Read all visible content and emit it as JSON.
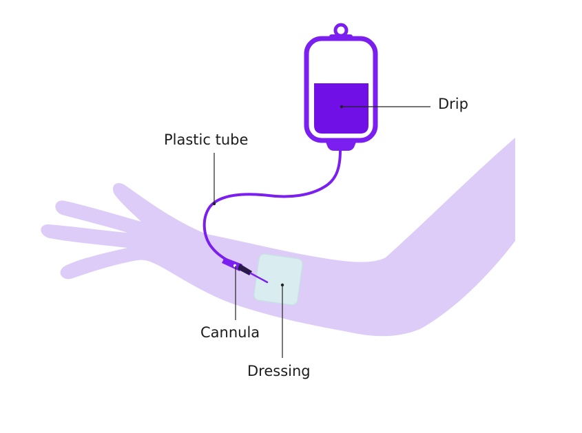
{
  "labels": {
    "drip": "Drip",
    "plastic_tube": "Plastic tube",
    "cannula": "Cannula",
    "dressing": "Dressing"
  },
  "colors": {
    "arm": "#dcccf7",
    "arm_outline": "#d2bff4",
    "accent": "#7a1ff0",
    "fluid": "#7010e6",
    "dressing": "#d9ecf0",
    "dressing_border": "#c8dfe6",
    "leader_line": "#222222",
    "text": "#1b1b1b",
    "background": "#ffffff"
  }
}
